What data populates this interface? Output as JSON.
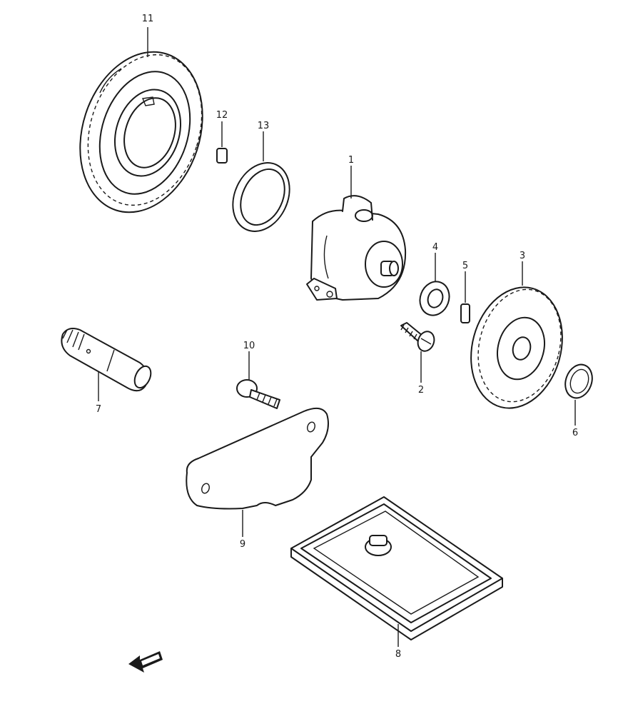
{
  "labels": {
    "p1": "1",
    "p2": "2",
    "p3": "3",
    "p4": "4",
    "p5": "5",
    "p6": "6",
    "p7": "7",
    "p8": "8",
    "p9": "9",
    "p10": "10",
    "p11": "11",
    "p12": "12",
    "p13": "13"
  },
  "icons": {
    "direction_arrow": "front-direction-arrow-icon"
  }
}
